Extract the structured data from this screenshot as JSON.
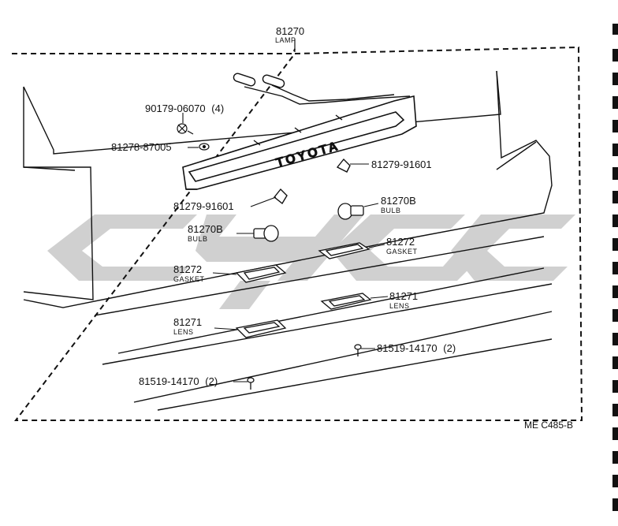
{
  "diagram": {
    "assembly": {
      "part_no": "81270",
      "name": "LAMP"
    },
    "parts": [
      {
        "id": "clip-screw",
        "part_no": "90179-06070",
        "qty": "(4)",
        "name": ""
      },
      {
        "id": "washer",
        "part_no": "81278-87005",
        "qty": "",
        "name": ""
      },
      {
        "id": "socket-right",
        "part_no": "81279-91601",
        "qty": "",
        "name": ""
      },
      {
        "id": "socket-left",
        "part_no": "81279-91601",
        "qty": "",
        "name": ""
      },
      {
        "id": "bulb-right",
        "part_no": "81270B",
        "qty": "",
        "name": "BULB"
      },
      {
        "id": "bulb-left",
        "part_no": "81270B",
        "qty": "",
        "name": "BULB"
      },
      {
        "id": "gasket-right",
        "part_no": "81272",
        "qty": "",
        "name": "GASKET"
      },
      {
        "id": "gasket-left",
        "part_no": "81272",
        "qty": "",
        "name": "GASKET"
      },
      {
        "id": "lens-right",
        "part_no": "81271",
        "qty": "",
        "name": "LENS"
      },
      {
        "id": "lens-left",
        "part_no": "81271",
        "qty": "",
        "name": "LENS"
      },
      {
        "id": "screw-right",
        "part_no": "81519-14170",
        "qty": "(2)",
        "name": ""
      },
      {
        "id": "screw-left",
        "part_no": "81519-14170",
        "qty": "(2)",
        "name": ""
      }
    ],
    "emblem_text": "TOYOTA",
    "drawing_code": "ME C485-B"
  },
  "watermark_text": "cjgc",
  "colors": {
    "ink": "#111111",
    "watermark": "#c8c8c8"
  }
}
